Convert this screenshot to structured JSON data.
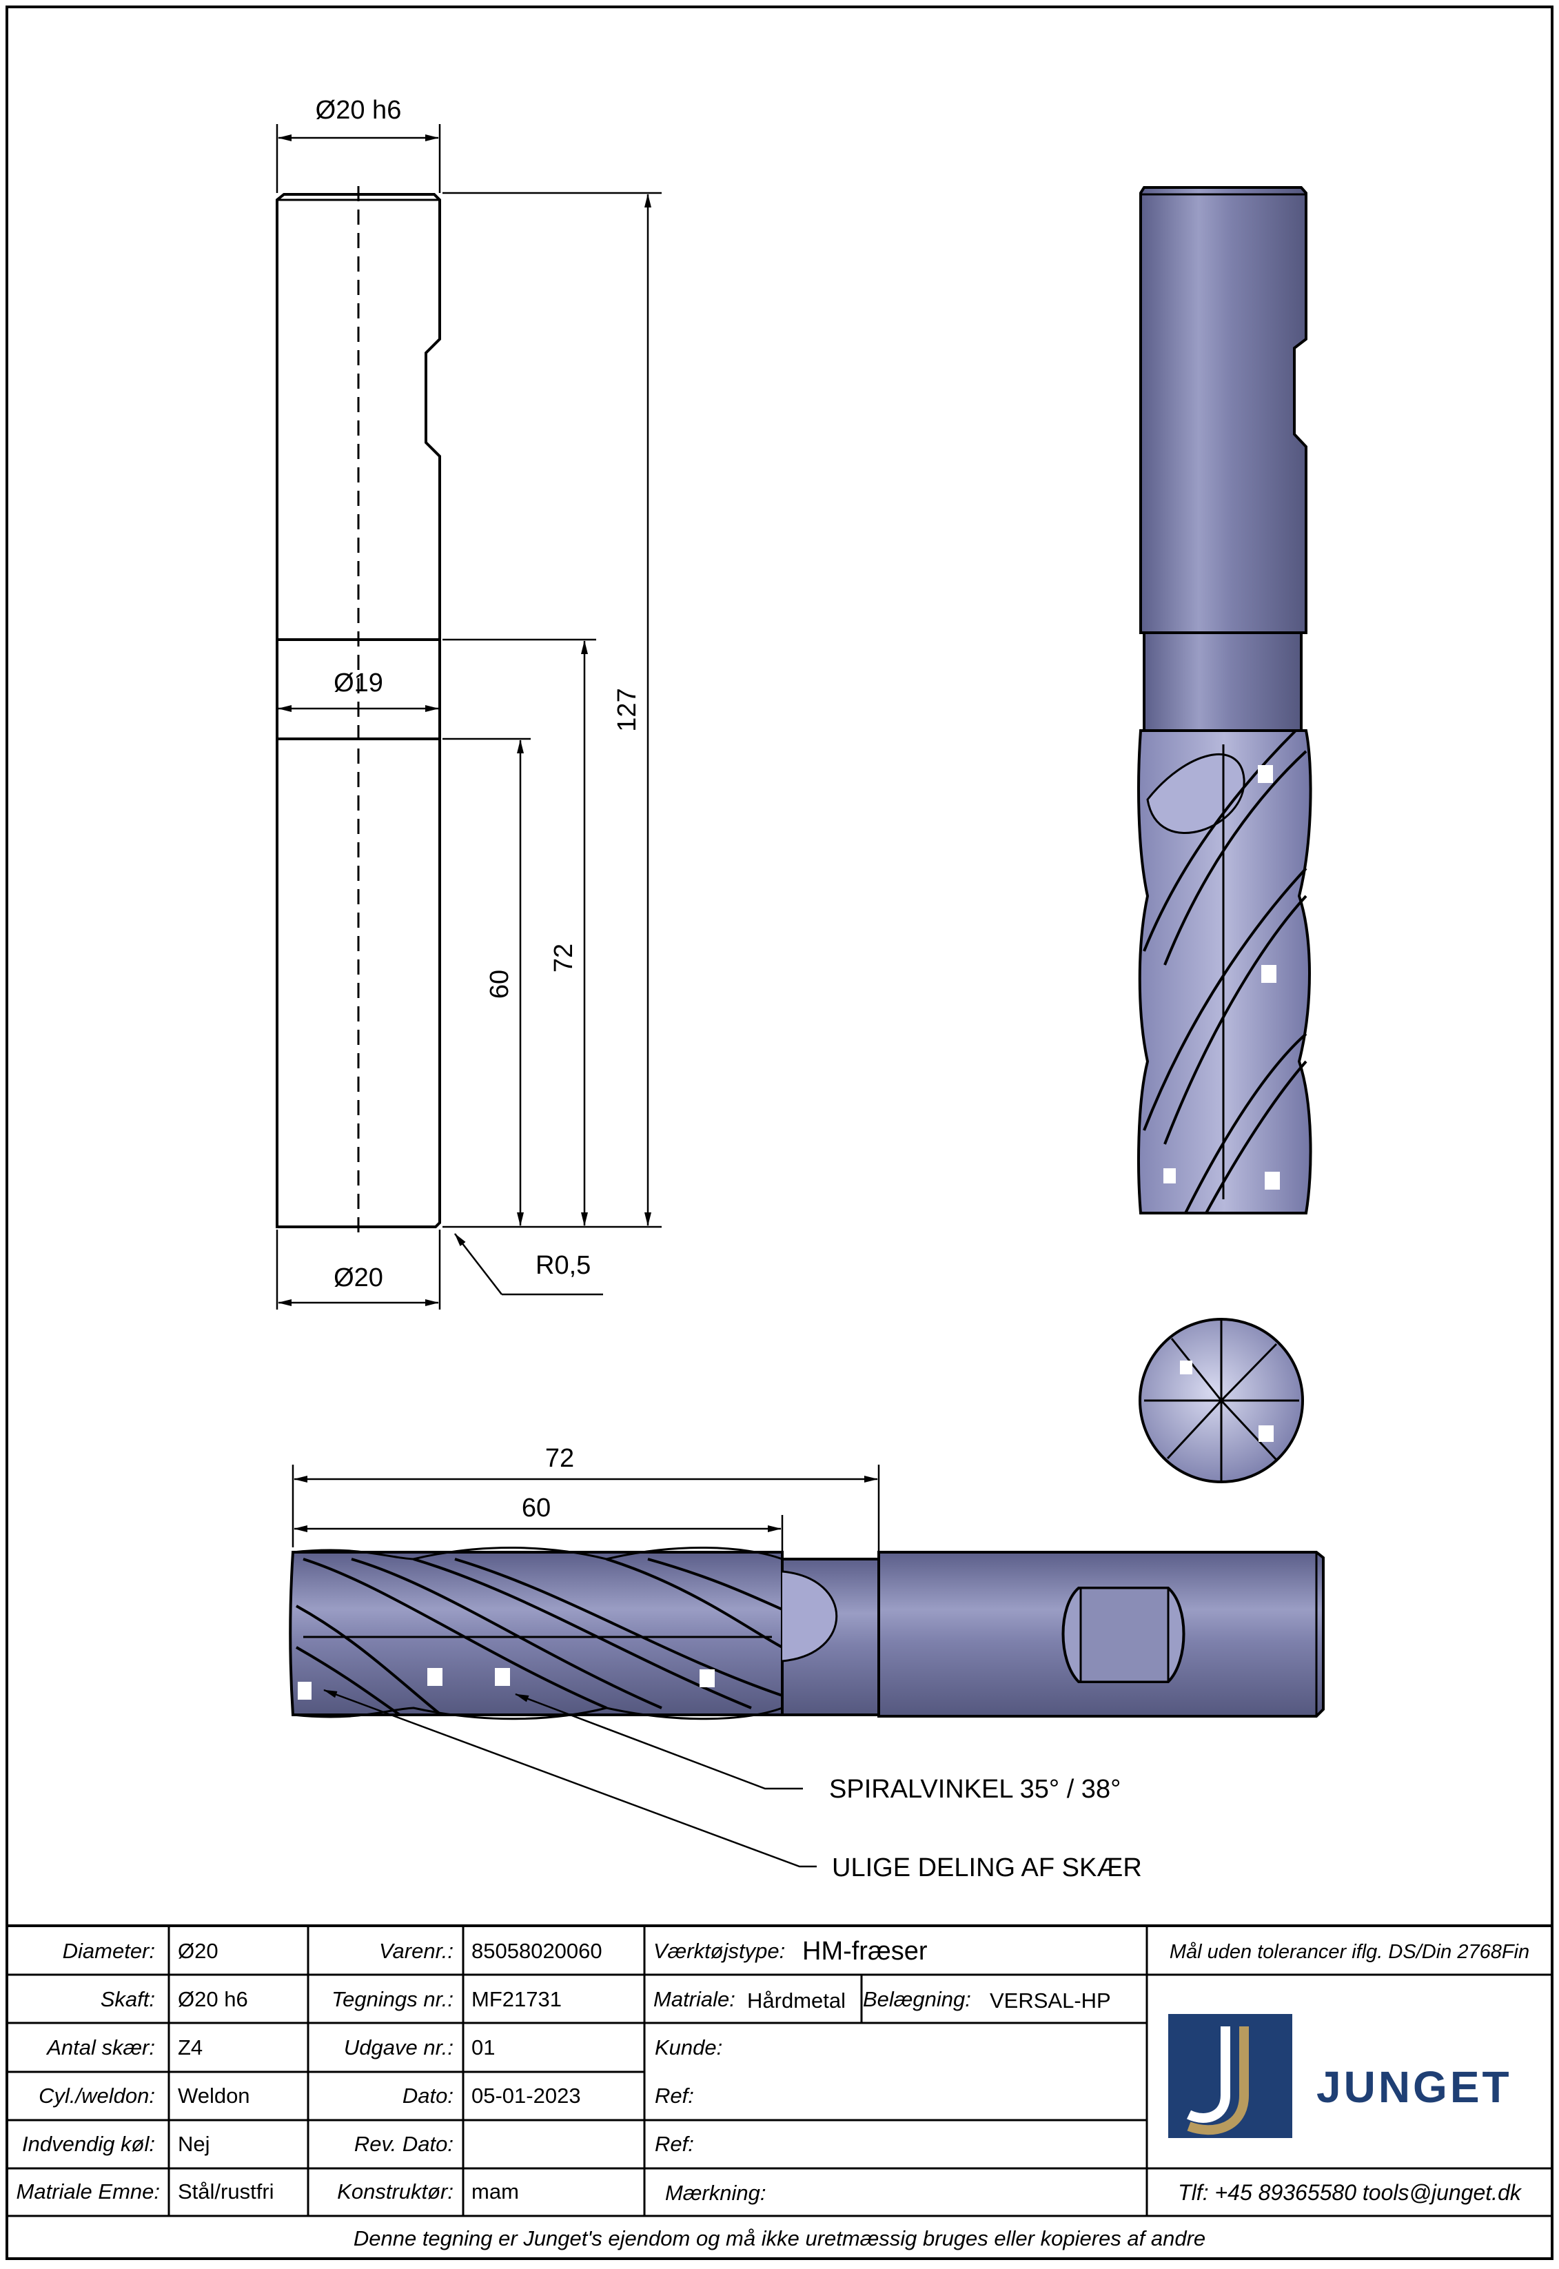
{
  "drawing": {
    "dims": {
      "shank_diameter": "Ø20 h6",
      "neck_diameter": "Ø19",
      "tool_diameter": "Ø20",
      "overall_length": "127",
      "reach_length": "72",
      "cut_length": "60",
      "corner_radius": "R0,5"
    },
    "side_view_dims": {
      "reach_length": "72",
      "cut_length": "60"
    },
    "callouts": {
      "helix": "SPIRALVINKEL 35° / 38°",
      "pitch": "ULIGE DELING AF SKÆR"
    },
    "colors": {
      "tool_body": "#8a8db3",
      "tool_shadow": "#5c5f8a",
      "tool_highlight": "#c9cbe6",
      "line": "#000000"
    }
  },
  "title_block": {
    "rows": [
      {
        "label": "Diameter:",
        "value": "Ø20",
        "label2": "Varenr.:",
        "value2": "85058020060"
      },
      {
        "label": "Skaft:",
        "value": "Ø20 h6",
        "label2": "Tegnings nr.:",
        "value2": "MF21731"
      },
      {
        "label": "Antal skær:",
        "value": "Z4",
        "label2": "Udgave nr.:",
        "value2": "01"
      },
      {
        "label": "Cyl./weldon:",
        "value": "Weldon",
        "label2": "Dato:",
        "value2": "05-01-2023"
      },
      {
        "label": "Indvendig køl:",
        "value": "Nej",
        "label2": "Rev. Dato:",
        "value2": ""
      },
      {
        "label": "Matriale Emne:",
        "value": "Stål/rustfri",
        "label2": "Konstruktør:",
        "value2": "mam"
      }
    ],
    "tool_type_label": "Værktøjstype:",
    "tool_type": "HM-fræser",
    "material_label": "Matriale:",
    "material": "Hårdmetal",
    "coating_label": "Belægning:",
    "coating": "VERSAL-HP",
    "customer_label": "Kunde:",
    "ref1_label": "Ref:",
    "ref2_label": "Ref:",
    "marking_label": "Mærkning:",
    "tolerance_note": "Mål uden tolerancer iflg. DS/Din 2768Fin",
    "logo_text": "JUNGET",
    "contact": "Tlf: +45 89365580  tools@junget.dk",
    "footer": "Denne tegning er Junget's ejendom og må ikke uretmæssig bruges eller kopieres af andre"
  }
}
